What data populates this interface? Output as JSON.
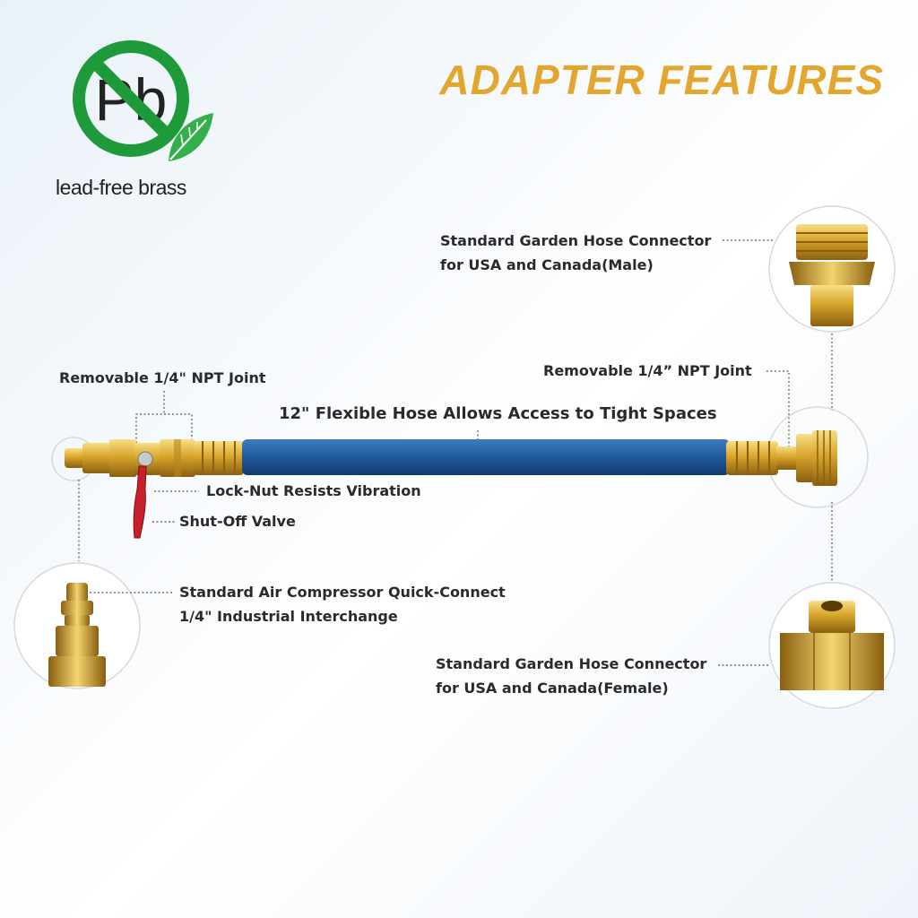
{
  "header": {
    "title": "ADAPTER FEATURES"
  },
  "badge": {
    "icon": "no-lead-icon",
    "logo_text": "Pb",
    "caption": "lead-free brass"
  },
  "callouts": {
    "male_connector_line1": "Standard Garden Hose Connector",
    "male_connector_line2": "for USA and Canada(Male)",
    "npt_joint_left": "Removable 1/4\" NPT Joint",
    "npt_joint_right": "Removable 1/4” NPT Joint",
    "hose": "12\" Flexible Hose Allows Access to Tight Spaces",
    "lock_nut": "Lock-Nut Resists Vibration",
    "shut_off_valve": "Shut-Off Valve",
    "quick_connect_line1": "Standard Air Compressor Quick-Connect",
    "quick_connect_line2": "1/4\" Industrial Interchange",
    "female_connector_line1": "Standard Garden Hose Connector",
    "female_connector_line2": "for USA and Canada(Female)"
  },
  "colors": {
    "accent": "#e3a72f",
    "badge_green": "#1f9a3a",
    "hose_blue": "#1f5a9c",
    "brass": "#d9a52b",
    "valve_red": "#c8202a"
  }
}
